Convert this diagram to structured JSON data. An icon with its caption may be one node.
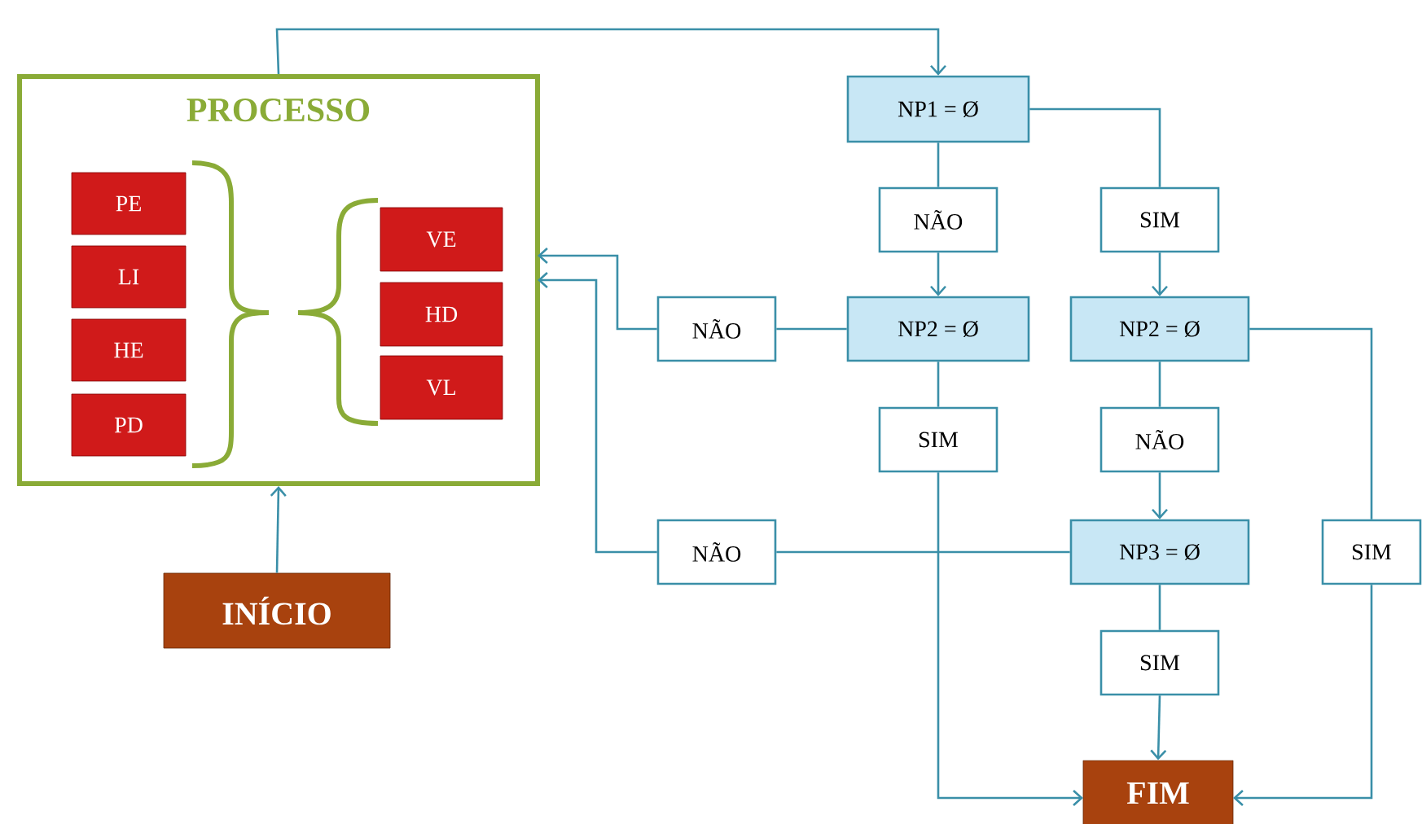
{
  "diagram": {
    "nodes": [
      {
        "text": [
          "PROCESSO"
        ]
      },
      {
        "text": [
          "PE"
        ],
        "in": 0
      },
      {
        "text": [
          "LI"
        ],
        "in": 0
      },
      {
        "text": [
          "HE"
        ],
        "in": 0
      },
      {
        "text": [
          "PD"
        ],
        "in": 0
      },
      {
        "text": [
          "VE"
        ],
        "in": 0
      },
      {
        "text": [
          "HD"
        ],
        "in": 0
      },
      {
        "text": [
          "VL"
        ],
        "in": 0
      },
      {
        "text": [
          "INÍCIO"
        ]
      },
      {
        "text": [
          "NP1 = Ø"
        ]
      },
      {
        "text": [
          "NÃO"
        ]
      },
      {
        "text": [
          "SIM"
        ]
      },
      {
        "text": [
          "NÃO"
        ]
      },
      {
        "text": [
          "NP2 = Ø"
        ]
      },
      {
        "text": [
          "NP2 = Ø"
        ]
      },
      {
        "text": [
          "SIM"
        ]
      },
      {
        "text": [
          "NÃO"
        ]
      },
      {
        "text": [
          "NÃO"
        ]
      },
      {
        "text": [
          "NP3 = Ø"
        ]
      },
      {
        "text": [
          "SIM"
        ]
      },
      {
        "text": [
          "SIM"
        ]
      },
      {
        "text": [
          "FIM"
        ]
      }
    ],
    "edges": [
      {
        "from": 8,
        "to": 0,
        "arrow": "to"
      },
      {
        "from": 0,
        "to": 9,
        "arrow": "to"
      },
      {
        "from": 9,
        "to": 10,
        "arrow": "none"
      },
      {
        "from": 10,
        "to": 13,
        "arrow": "to"
      },
      {
        "from": 9,
        "to": 11,
        "arrow": "none"
      },
      {
        "from": 11,
        "to": 14,
        "arrow": "to"
      },
      {
        "from": 13,
        "to": 12,
        "arrow": "none"
      },
      {
        "from": 12,
        "to": 0,
        "arrow": "to"
      },
      {
        "from": 13,
        "to": 15,
        "arrow": "none"
      },
      {
        "from": 15,
        "to": 21,
        "arrow": "to"
      },
      {
        "from": 14,
        "to": 16,
        "arrow": "none"
      },
      {
        "from": 16,
        "to": 18,
        "arrow": "to"
      },
      {
        "from": 14,
        "to": 19,
        "arrow": "none"
      },
      {
        "from": 19,
        "to": 21,
        "arrow": "to"
      },
      {
        "from": 18,
        "to": 17,
        "arrow": "none"
      },
      {
        "from": 17,
        "to": 0,
        "arrow": "to"
      },
      {
        "from": 18,
        "to": 20,
        "arrow": "none"
      },
      {
        "from": 20,
        "to": 21,
        "arrow": "to"
      }
    ]
  }
}
